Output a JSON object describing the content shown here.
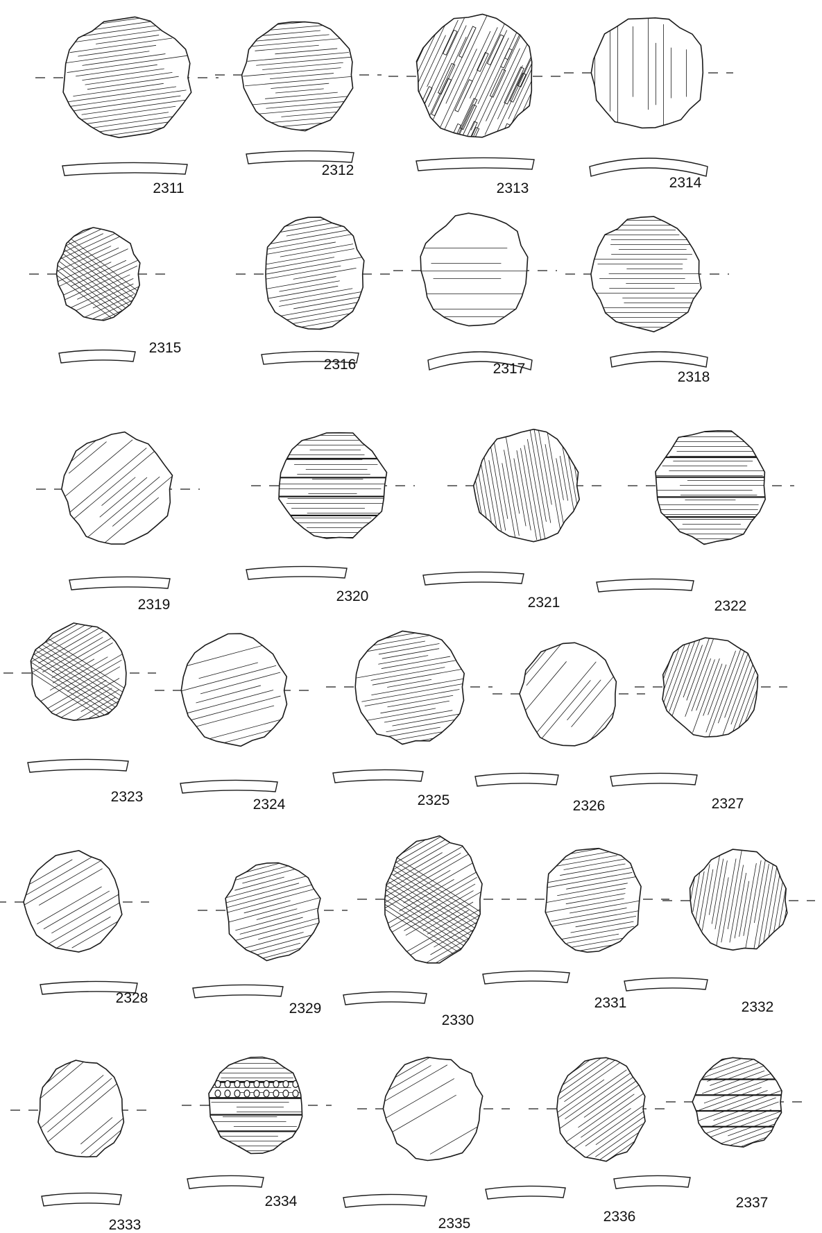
{
  "plate": {
    "ink_color": "#1a1a1a",
    "background": "#ffffff"
  },
  "rows": [
    {
      "sherds": [
        {
          "number": "2311"
        },
        {
          "number": "2312"
        },
        {
          "number": "2313"
        },
        {
          "number": "2314"
        }
      ]
    },
    {
      "sherds": [
        {
          "number": "2315"
        },
        {
          "number": "2316"
        },
        {
          "number": "2317"
        },
        {
          "number": "2318"
        }
      ]
    },
    {
      "sherds": [
        {
          "number": "2319"
        },
        {
          "number": "2320"
        },
        {
          "number": "2321"
        },
        {
          "number": "2322"
        }
      ]
    },
    {
      "sherds": [
        {
          "number": "2323"
        },
        {
          "number": "2324"
        },
        {
          "number": "2325"
        },
        {
          "number": "2326"
        },
        {
          "number": "2327"
        }
      ]
    },
    {
      "sherds": [
        {
          "number": "2328"
        },
        {
          "number": "2329"
        },
        {
          "number": "2330"
        },
        {
          "number": "2331"
        },
        {
          "number": "2332"
        }
      ]
    },
    {
      "sherds": [
        {
          "number": "2333"
        },
        {
          "number": "2334"
        },
        {
          "number": "2335"
        },
        {
          "number": "2336"
        },
        {
          "number": "2337"
        }
      ]
    }
  ]
}
